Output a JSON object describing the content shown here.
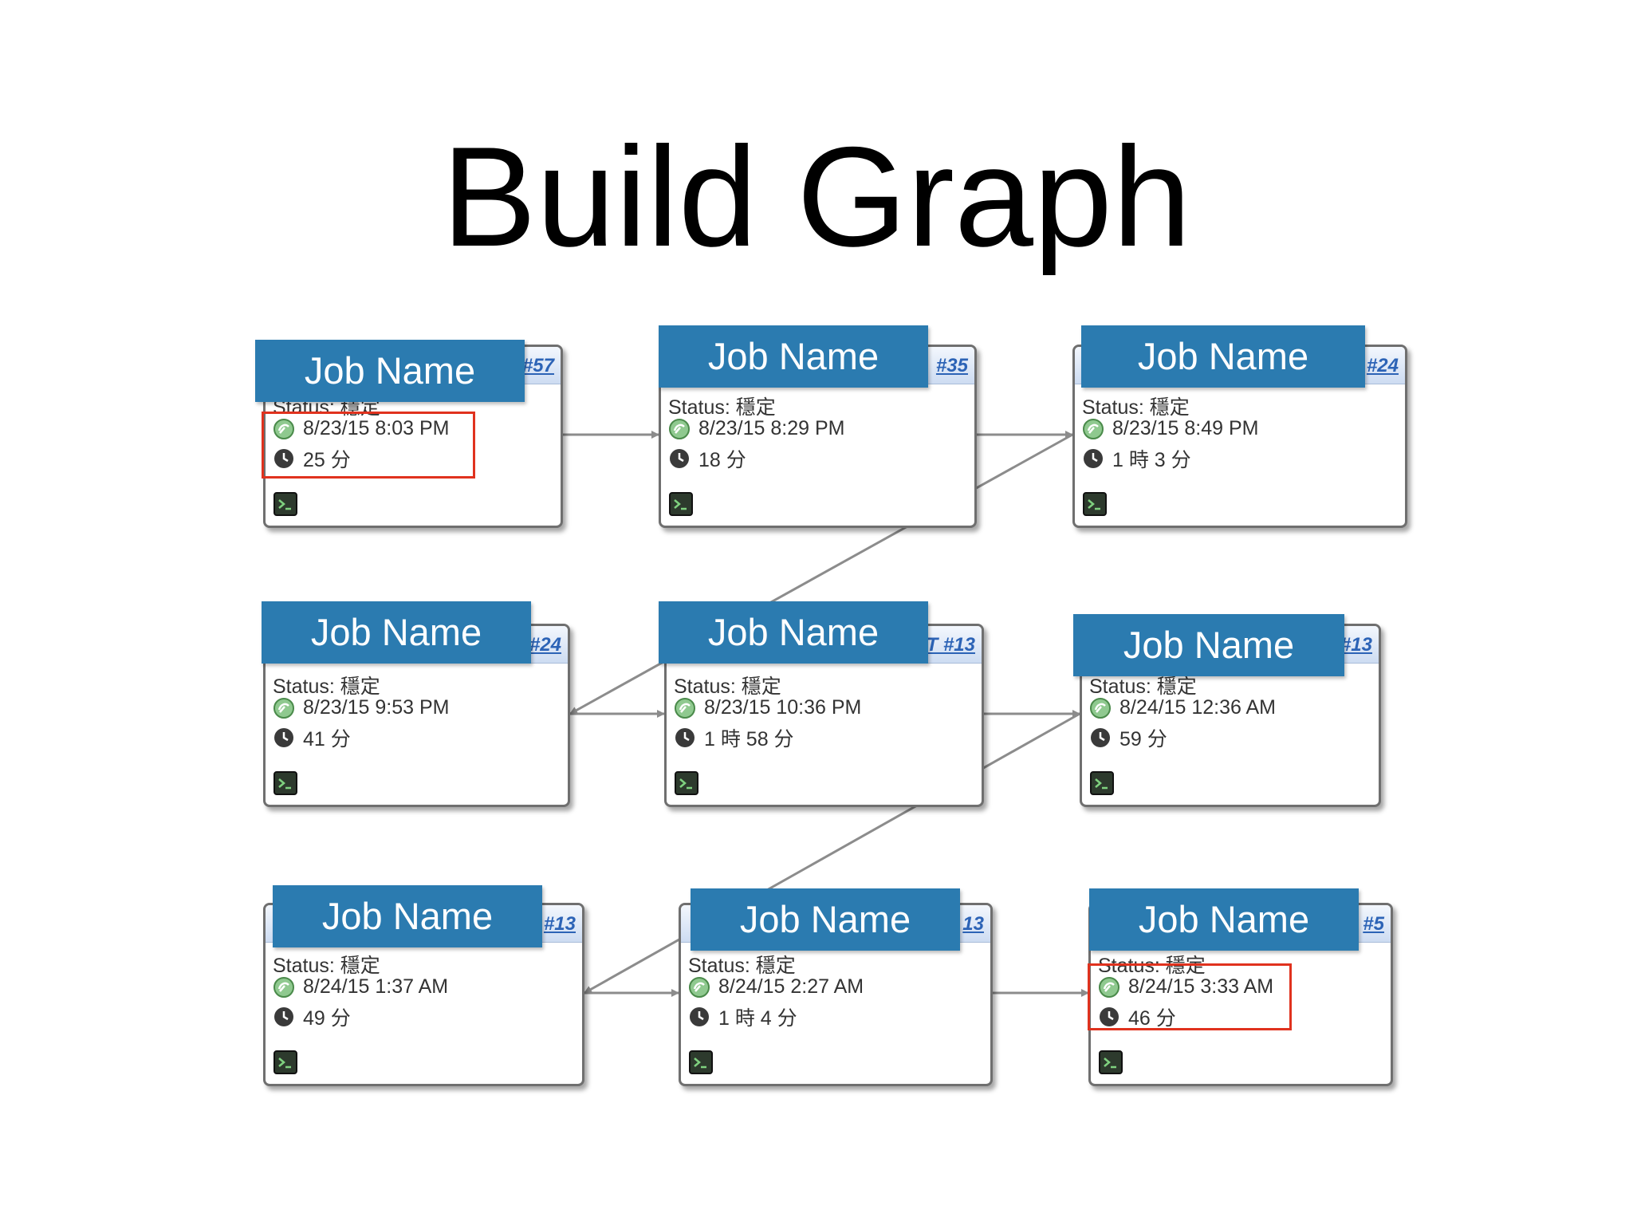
{
  "slide": {
    "title": "Build Graph"
  },
  "status_label": "Status: 穩定",
  "colors": {
    "label_bg": "#2b7bb0",
    "highlight": "#e0321e",
    "connector": "#8c8c8c"
  },
  "icons": {
    "success": "success-ball-icon",
    "duration": "clock-icon",
    "console": "console-icon"
  },
  "nodes": [
    {
      "job_label": "Job Name",
      "build": "#57",
      "date": "8/23/15 8:03 PM",
      "duration": "25 分"
    },
    {
      "job_label": "Job Name",
      "build": "#35",
      "date": "8/23/15 8:29 PM",
      "duration": "18 分"
    },
    {
      "job_label": "Job Name",
      "build": "#24",
      "date": "8/23/15 8:49 PM",
      "duration": "1 時 3 分"
    },
    {
      "job_label": "Job Name",
      "build": "#24",
      "date": "8/23/15 9:53 PM",
      "duration": "41 分"
    },
    {
      "job_label": "Job Name",
      "build": "T #13",
      "date": "8/23/15 10:36 PM",
      "duration": "1 時 58 分"
    },
    {
      "job_label": "Job Name",
      "build": "#13",
      "date": "8/24/15 12:36 AM",
      "duration": "59 分"
    },
    {
      "job_label": "Job Name",
      "build": "#13",
      "date": "8/24/15 1:37 AM",
      "duration": "49 分"
    },
    {
      "job_label": "Job Name",
      "build": "13",
      "date": "8/24/15 2:27 AM",
      "duration": "1 時 4 分"
    },
    {
      "job_label": "Job Name",
      "build": "#5",
      "date": "8/24/15 3:33 AM",
      "duration": "46 分"
    }
  ]
}
